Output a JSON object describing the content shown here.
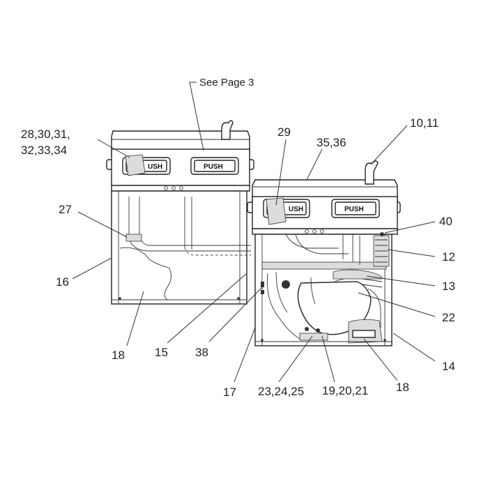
{
  "callouts": {
    "see_page": "See Page 3",
    "c_28_34_line1": "28,30,31,",
    "c_28_34_line2": "32,33,34",
    "c_29": "29",
    "c_35_36": "35,36",
    "c_10_11": "10,11",
    "c_27": "27",
    "c_40": "40",
    "c_12": "12",
    "c_16": "16",
    "c_13": "13",
    "c_22": "22",
    "c_18_left": "18",
    "c_15": "15",
    "c_38": "38",
    "c_14": "14",
    "c_17": "17",
    "c_23_25": "23,24,25",
    "c_19_21": "19,20,21",
    "c_18_right": "18"
  },
  "buttons": {
    "left_partial": "USH",
    "left_full": "PUSH",
    "right_partial": "USH",
    "right_full": "PUSH"
  }
}
